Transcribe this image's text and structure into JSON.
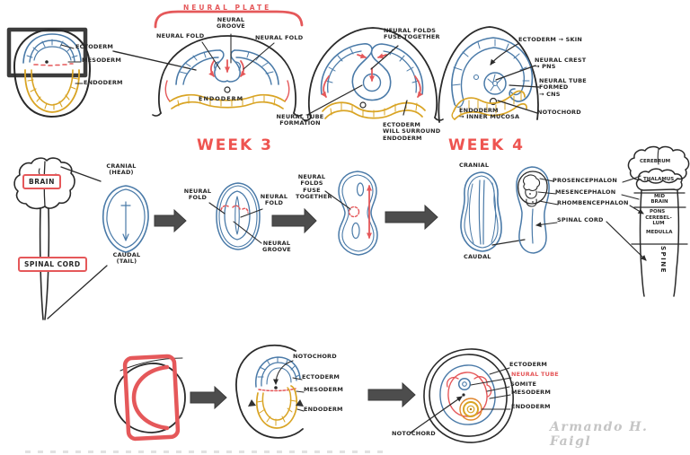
{
  "colors": {
    "ink": "#2a2a2a",
    "blue": "#4a7aa8",
    "yellow": "#d9a424",
    "orange": "#e0872f",
    "red": "#e5585a",
    "arrow_gray": "#4d4d4d",
    "signature_gray": "#c5c5c5"
  },
  "week3_heading": "WEEK 3",
  "week4_heading": "WEEK 4",
  "top_row": {
    "gastrula": {
      "ectoderm": "ECTODERM",
      "mesoderm": "MESODERM",
      "endoderm": "ENDODERM"
    },
    "neural_plate_stage": {
      "heading": "NEURAL PLATE",
      "neural_groove": "NEURAL\nGROOVE",
      "neural_fold_left": "NEURAL FOLD",
      "neural_fold_right": "NEURAL FOLD",
      "endoderm": "ENDODERM"
    },
    "folding_stage": {
      "neural_folds_fuse": "NEURAL FOLDS\nFUSE TOGETHER",
      "neural_tube_formation": "NEURAL TUBE\nFORMATION",
      "ectoderm_surround": "ECTODERM\nWILL SURROUND\nENDODERM"
    },
    "tube_stage": {
      "ectoderm_skin": "ECTODERM → SKIN",
      "neural_crest": "NEURAL CREST\n→ PNS",
      "neural_tube": "NEURAL TUBE\nFORMED\n→ CNS",
      "notochord": "NOTOCHORD",
      "endoderm_mucosa": "ENDODERM\n→ INNER MUCOSA"
    }
  },
  "middle_row": {
    "brain_box": "BRAIN",
    "spinal_cord_box": "SPINAL CORD",
    "cranial_head": "CRANIAL\n(HEAD)",
    "caudal_tail": "CAUDAL\n(TAIL)",
    "fold_left": "NEURAL\nFOLD",
    "fold_right": "NEURAL\nFOLD",
    "groove": "NEURAL\nGROOVE",
    "folds_fuse": "NEURAL\nFOLDS\nFUSE\nTOGETHER",
    "cranial": "CRANIAL",
    "caudal": "CAUDAL",
    "prosencephalon": "PROSENCEPHALON",
    "mesencephalon": "MESENCEPHALON",
    "rhombencephalon": "RHOMBENCEPHALON",
    "spinal_cord": "SPINAL CORD",
    "brainstem": {
      "cerebrum": "CEREBRUM",
      "thalamus": "THALAMUS",
      "midbrain": "MID\nBRAIN",
      "pons": "PONS",
      "cerebellum": "CEREBEL-\nLUM",
      "medulla": "MEDULLA",
      "spine": "SPINE"
    }
  },
  "bottom_row": {
    "early_section": {
      "notochord": "NOTOCHORD",
      "ectoderm": "ECTODERM",
      "mesoderm": "MESODERM",
      "endoderm": "ENDODERM"
    },
    "late_section": {
      "ectoderm": "ECTODERM",
      "neural_tube": "NEURAL TUBE",
      "somite": "SOMITE",
      "mesoderm": "MESODERM",
      "endoderm": "ENDODERM",
      "notochord": "NOTOCHORD"
    }
  },
  "signature": "Armando H. Faigl"
}
